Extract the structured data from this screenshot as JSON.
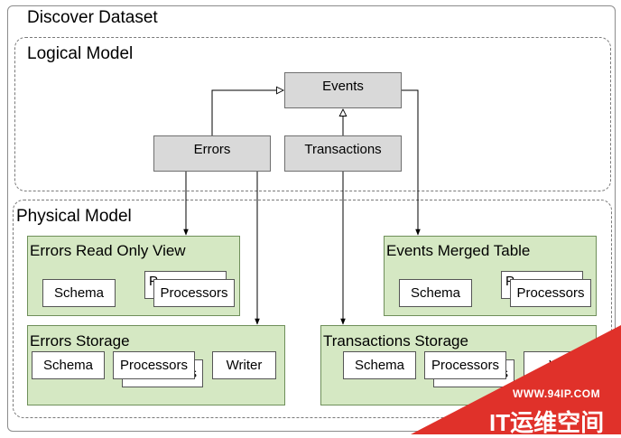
{
  "outer": {
    "title": "Discover Dataset"
  },
  "logical": {
    "title": "Logical Model",
    "events": "Events",
    "errors": "Errors",
    "transactions": "Transactions"
  },
  "physical": {
    "title": "Physical Model",
    "errors_view": {
      "title": "Errors Read Only View",
      "schema": "Schema",
      "back": "P",
      "processors": "Processors"
    },
    "events_table": {
      "title": "Events Merged Table",
      "schema": "Schema",
      "back": "P",
      "processors": "Processors"
    },
    "errors_storage": {
      "title": "Errors Storage",
      "schema": "Schema",
      "back": "s",
      "processors": "Processors",
      "writer": "Writer"
    },
    "transactions_storage": {
      "title": "Transactions Storage",
      "schema": "Schema",
      "back": "s",
      "processors": "Processors",
      "writer": "W"
    }
  },
  "watermark": {
    "url": "WWW.94IP.COM",
    "brand": "IT运维空间",
    "color": "#e0312a"
  }
}
